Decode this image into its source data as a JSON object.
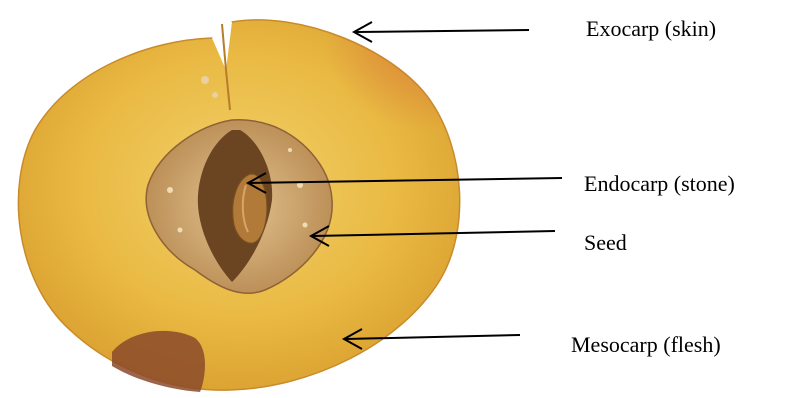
{
  "labels": {
    "exocarp": "Exocarp (skin)",
    "endocarp": "Endocarp (stone)",
    "seed": "Seed",
    "mesocarp": "Mesocarp (flesh)"
  },
  "colors": {
    "background": "#ffffff",
    "flesh": "#e8b53c",
    "flesh_light": "#f3cf63",
    "skin_red": "#d9653c",
    "stone": "#c99a5e",
    "stone_dark": "#6b4422",
    "seed": "#b27a38",
    "bruise": "#8b4a2a",
    "arrow": "#000000",
    "text": "#000000"
  },
  "icons": {
    "arrow": "left-pointing-arrow"
  }
}
